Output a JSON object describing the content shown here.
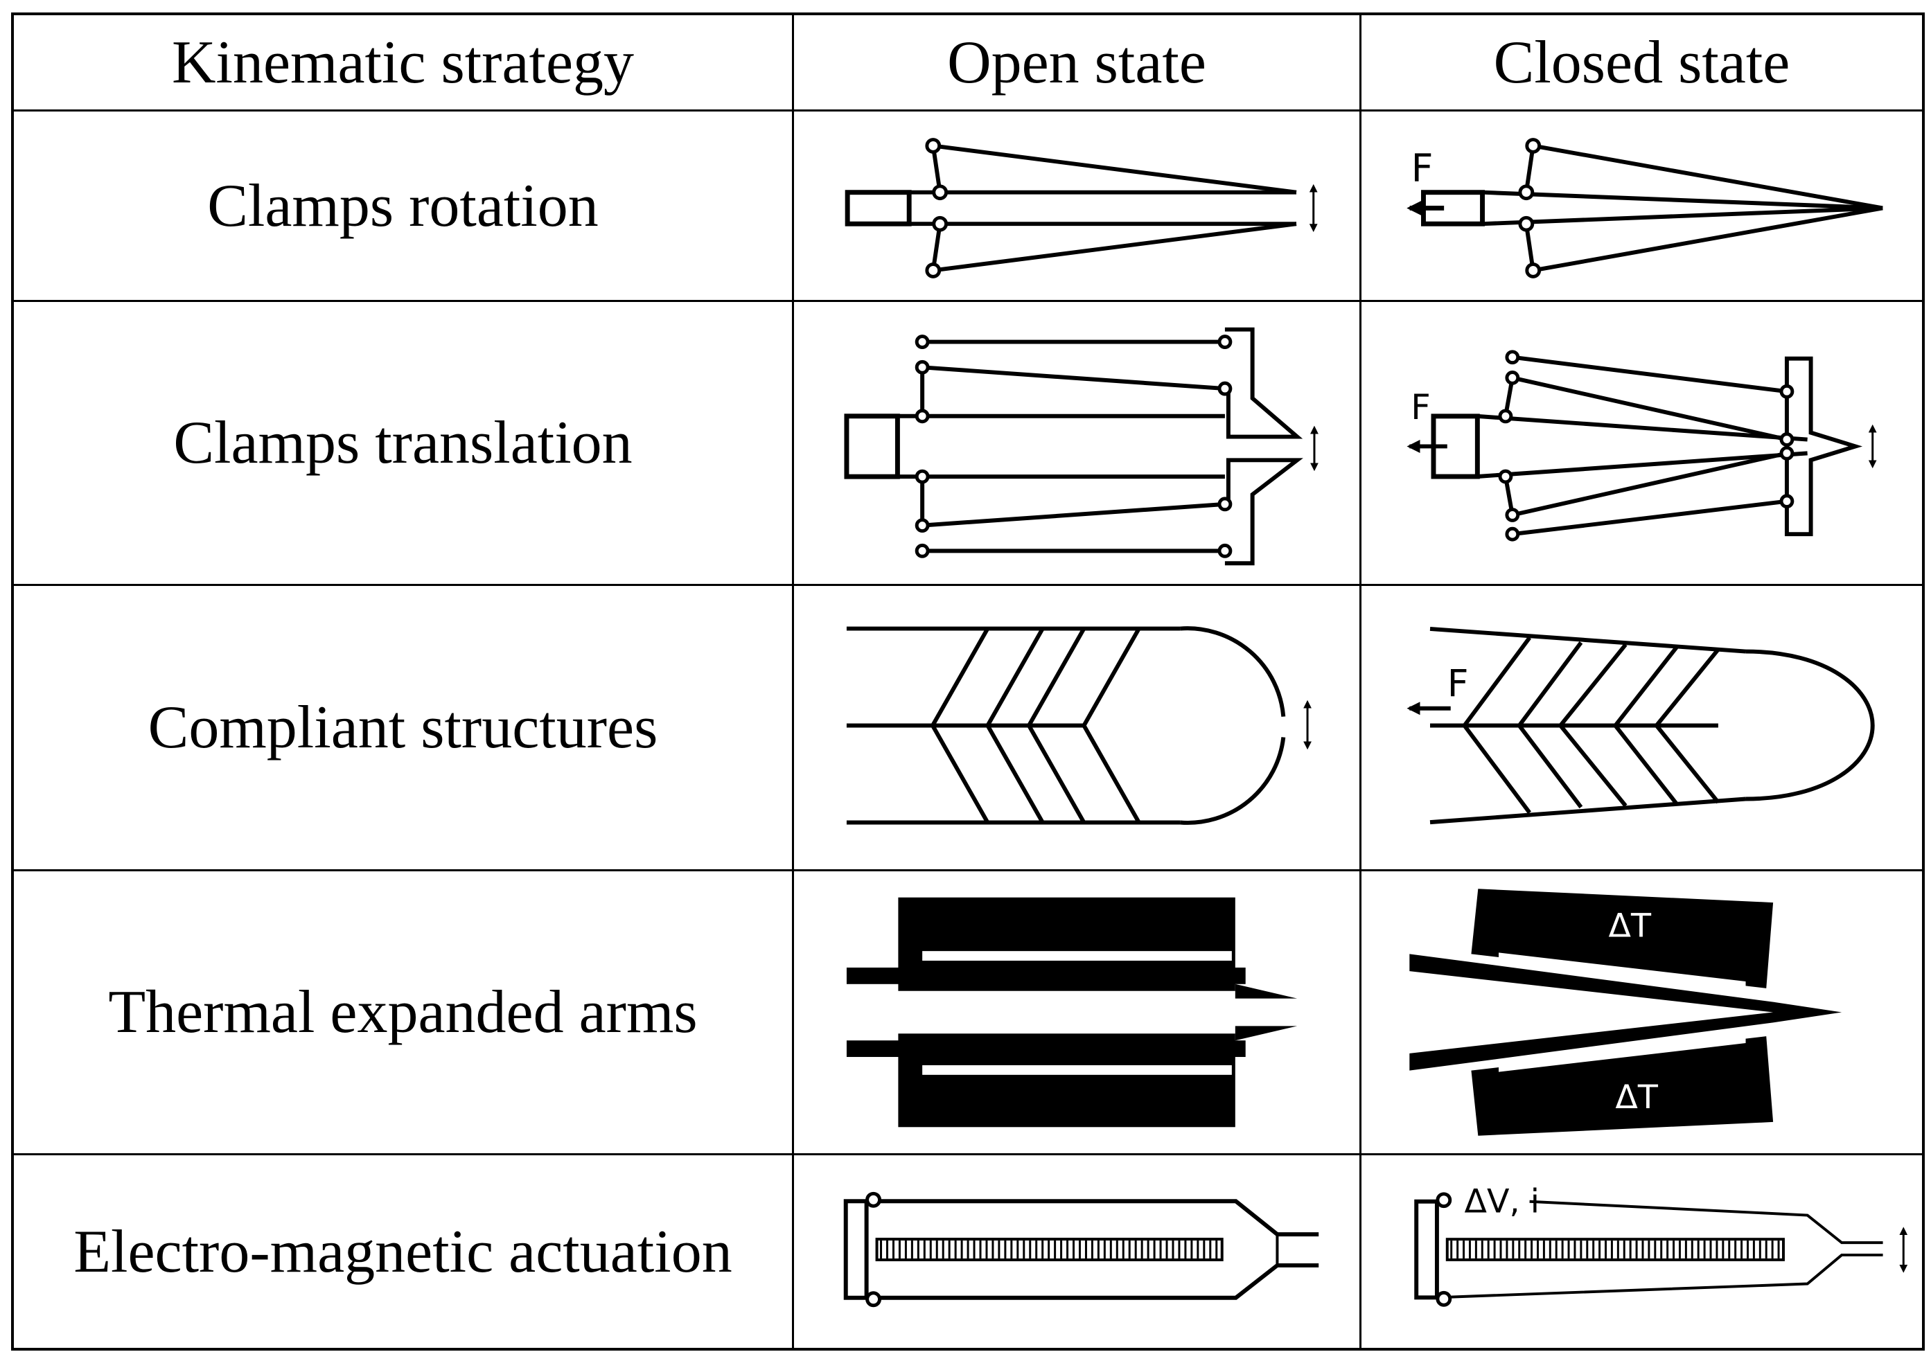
{
  "headers": [
    "Kinematic strategy",
    "Open state",
    "Closed state"
  ],
  "rows": [
    {
      "strategy": "Clamps rotation",
      "closed_label": "F"
    },
    {
      "strategy": "Clamps translation",
      "closed_label": "F"
    },
    {
      "strategy": "Compliant structures",
      "closed_label": "F"
    },
    {
      "strategy": "Thermal expanded arms",
      "closed_label_top": "ΔT",
      "closed_label_bottom": "ΔT"
    },
    {
      "strategy": "Electro-magnetic actuation",
      "closed_label": "ΔV, i"
    }
  ]
}
